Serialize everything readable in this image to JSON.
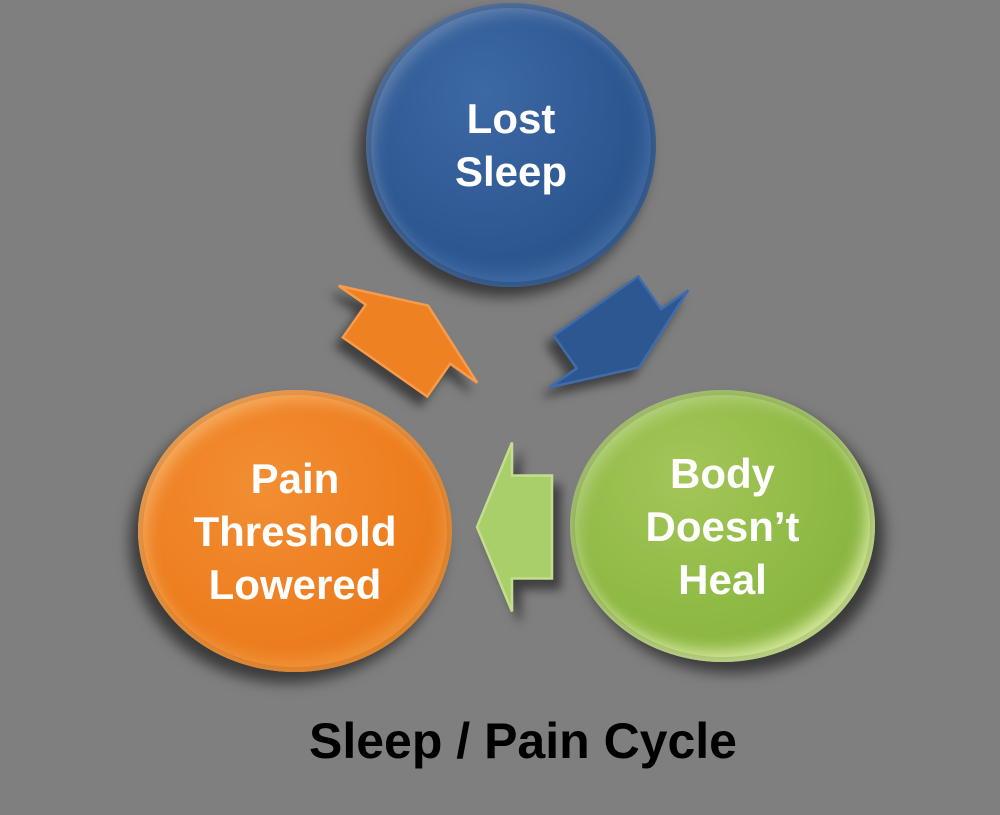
{
  "background_color": "#7f7f7f",
  "title": {
    "text": "Sleep / Pain Cycle",
    "color": "#000000"
  },
  "diagram": {
    "type": "cycle",
    "direction": "clockwise",
    "nodes": [
      {
        "id": "lost-sleep",
        "text": "Lost Sleep",
        "lines": [
          "Lost",
          "Sleep"
        ],
        "color": "#2d5791",
        "text_color": "#ffffff",
        "position": "top"
      },
      {
        "id": "body-doesnt-heal",
        "text": "Body Doesn’t Heal",
        "lines": [
          "Body",
          "Doesn’t",
          "Heal"
        ],
        "color": "#8eb944",
        "text_color": "#ffffff",
        "position": "bottom-right"
      },
      {
        "id": "pain-threshold-lowered",
        "text": "Pain Threshold Lowered",
        "lines": [
          "Pain",
          "Threshold",
          "Lowered"
        ],
        "color": "#ed7d1e",
        "text_color": "#ffffff",
        "position": "bottom-left"
      }
    ],
    "arrows": [
      {
        "id": "arrow-lost-to-heal",
        "from": "lost-sleep",
        "to": "body-doesnt-heal",
        "direction": "down-right",
        "color": "#2d5791"
      },
      {
        "id": "arrow-heal-to-pain",
        "from": "body-doesnt-heal",
        "to": "pain-threshold-lowered",
        "direction": "left",
        "color": "#a9cf6b"
      },
      {
        "id": "arrow-pain-to-lost",
        "from": "pain-threshold-lowered",
        "to": "lost-sleep",
        "direction": "up-right",
        "color": "#ee8122"
      }
    ]
  }
}
